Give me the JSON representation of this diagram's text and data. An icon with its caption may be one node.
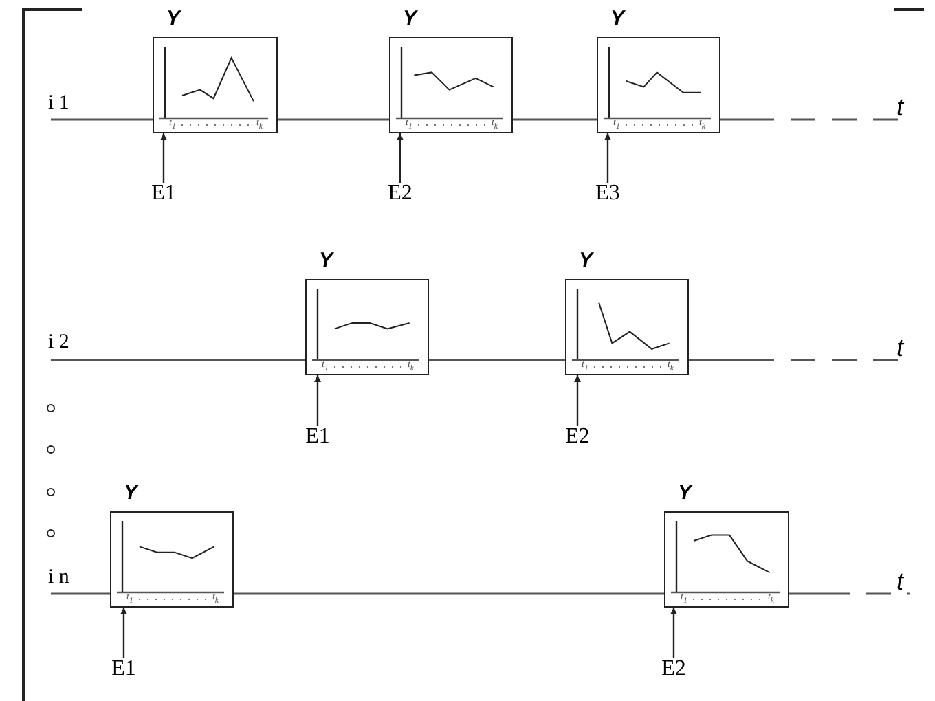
{
  "diagram": {
    "nodes": [
      {
        "text": [
          "Y",
          "t$_{1}$",
          "t$_{k}$"
        ]
      },
      {
        "text": [
          "Y",
          "t$_{1}$",
          "t$_{k}$"
        ]
      },
      {
        "text": [
          "Y",
          "t$_{1}$",
          "t$_{k}$"
        ]
      },
      {
        "text": [
          "E1"
        ]
      },
      {
        "text": [
          "E2"
        ]
      },
      {
        "text": [
          "E3"
        ]
      },
      {
        "text": [
          "Y",
          "t$_{1}$",
          "t$_{k}$"
        ]
      },
      {
        "text": [
          "Y",
          "t$_{1}$",
          "t$_{k}$"
        ]
      },
      {
        "text": [
          "E1"
        ]
      },
      {
        "text": [
          "E2"
        ]
      },
      {
        "text": [
          "Y",
          "t$_{1}$",
          "t$_{k}$"
        ]
      },
      {
        "text": [
          "Y",
          "t$_{1}$",
          "t$_{k}$"
        ]
      },
      {
        "text": [
          "E1"
        ]
      },
      {
        "text": [
          "E2"
        ]
      }
    ],
    "edges": [
      {
        "from": 3,
        "to": 0,
        "arrow": "to"
      },
      {
        "from": 4,
        "to": 1,
        "arrow": "to"
      },
      {
        "from": 5,
        "to": 2,
        "arrow": "to"
      },
      {
        "from": 8,
        "to": 6,
        "arrow": "to"
      },
      {
        "from": 9,
        "to": 7,
        "arrow": "to"
      },
      {
        "from": 12,
        "to": 10,
        "arrow": "to"
      },
      {
        "from": 13,
        "to": 11,
        "arrow": "to"
      }
    ],
    "labels": [
      "i 1",
      "t",
      "i 2",
      "t",
      "i n",
      "t"
    ]
  }
}
